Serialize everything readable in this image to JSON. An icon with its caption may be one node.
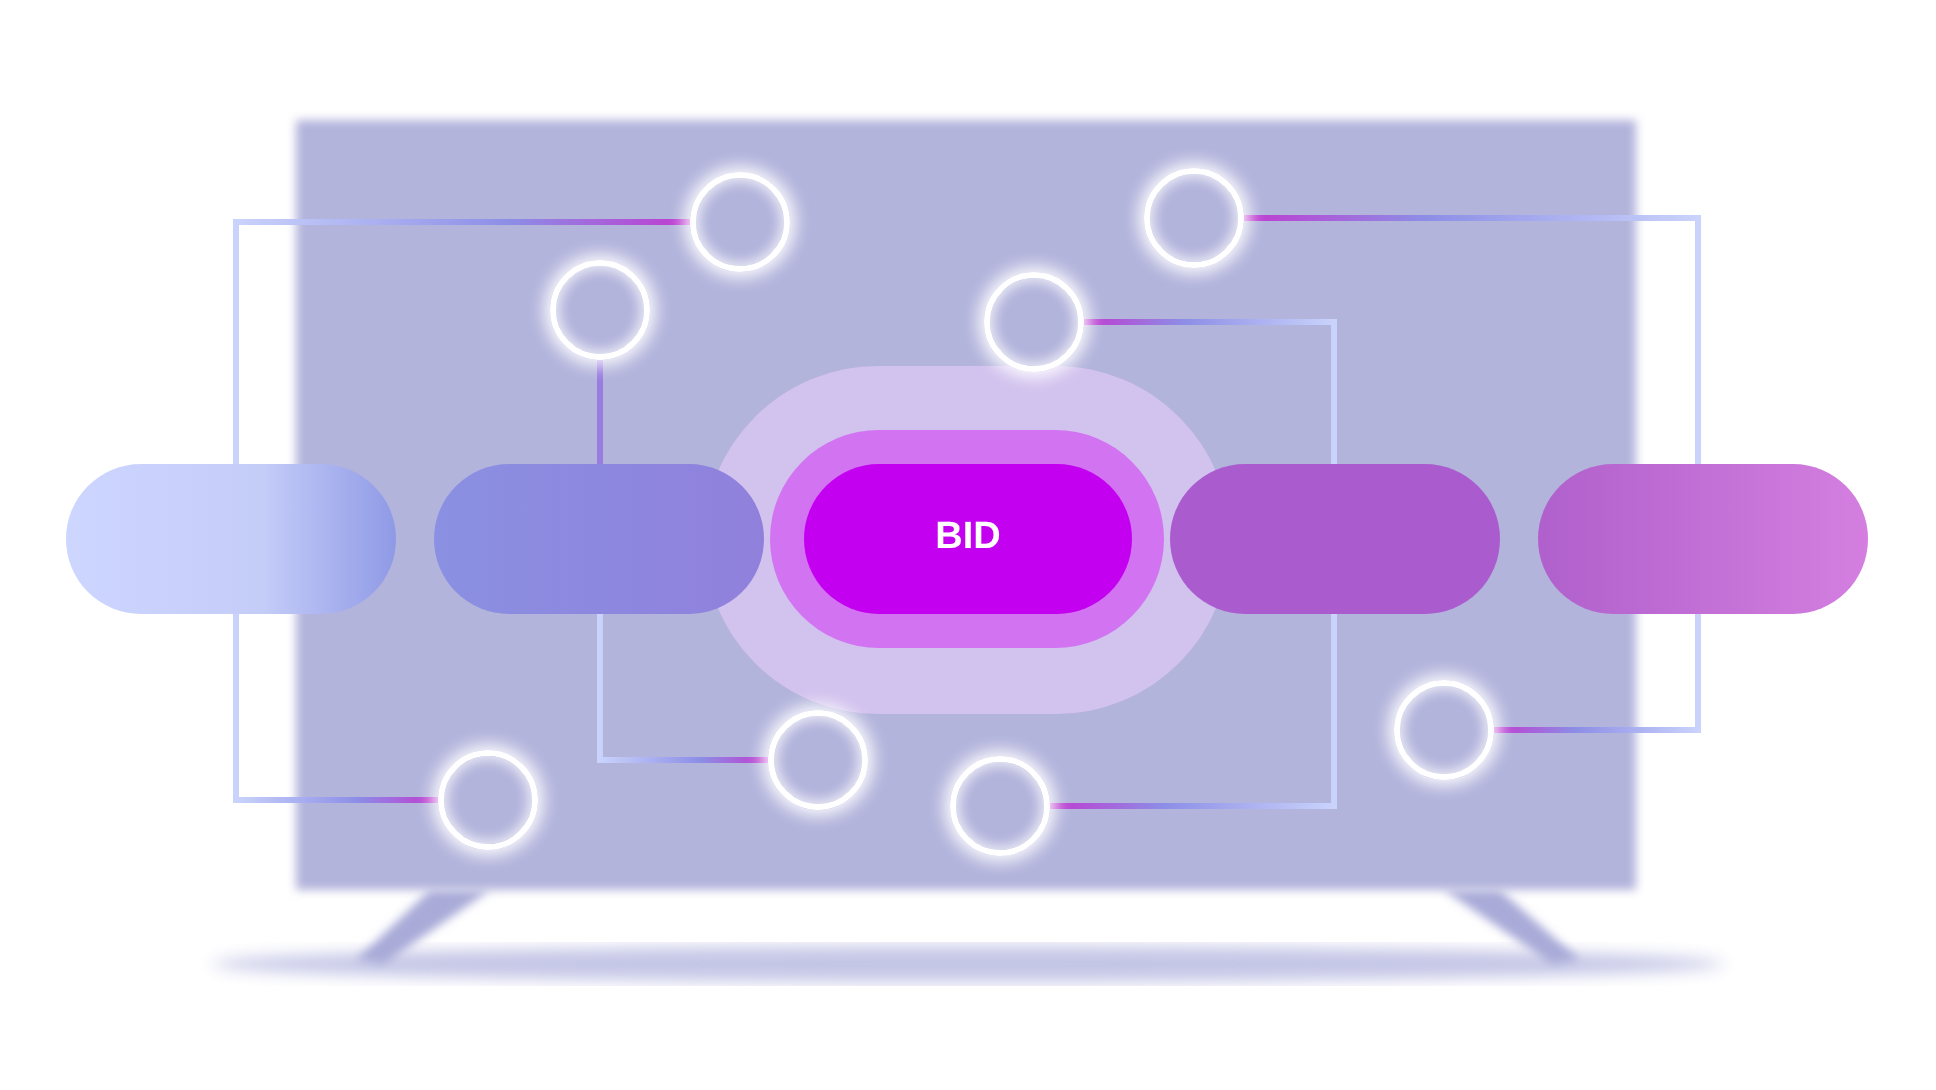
{
  "diagram": {
    "nodes": [
      {
        "text": [],
        "shape": "box"
      },
      {
        "text": [],
        "shape": "box"
      },
      {
        "text": [
          "BID"
        ]
      },
      {
        "text": [],
        "shape": "box"
      },
      {
        "text": [],
        "shape": "box"
      },
      {
        "text": [],
        "shape": "circle"
      },
      {
        "text": [],
        "shape": "circle"
      },
      {
        "text": [],
        "shape": "circle"
      },
      {
        "text": [],
        "shape": "circle"
      },
      {
        "text": [],
        "shape": "circle"
      },
      {
        "text": [],
        "shape": "circle"
      },
      {
        "text": [],
        "shape": "circle"
      },
      {
        "text": [],
        "shape": "circle"
      }
    ],
    "edges": [
      {
        "from": 0,
        "to": 5,
        "arrow": "none"
      },
      {
        "from": 1,
        "to": 6,
        "arrow": "none"
      },
      {
        "from": 3,
        "to": 7,
        "arrow": "none"
      },
      {
        "from": 4,
        "to": 8,
        "arrow": "none"
      },
      {
        "from": 0,
        "to": 9,
        "arrow": "none"
      },
      {
        "from": 1,
        "to": 10,
        "arrow": "none"
      },
      {
        "from": 3,
        "to": 11,
        "arrow": "none"
      },
      {
        "from": 4,
        "to": 12,
        "arrow": "none"
      }
    ]
  }
}
